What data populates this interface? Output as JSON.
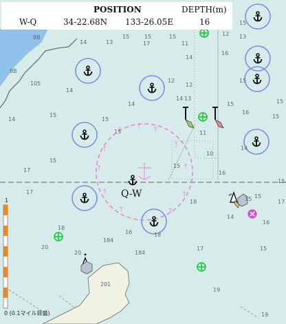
{
  "position_table": {
    "headers": {
      "position": "POSITION",
      "depth": "DEPTH(m)"
    },
    "row": {
      "name": "W-Q",
      "lat": "34-22.68N",
      "lon": "133-26.05E",
      "depth": "16"
    }
  },
  "map_labels": {
    "anchorage_name": "Q-W",
    "scale_bar_top": "1",
    "scale_bar_bottom": "0 (0.1マイル目盛)"
  },
  "soundings": [
    "8B",
    "8B",
    "105",
    "14",
    "13",
    "15",
    "15",
    "15",
    "17",
    "11",
    "14",
    "12",
    "16",
    "15",
    "13",
    "14",
    "12",
    "12",
    "14",
    "14",
    "13",
    "15",
    "14",
    "15",
    "15",
    "15",
    "15",
    "16",
    "15",
    "15",
    "11",
    "14",
    "10",
    "15",
    "15",
    "17",
    "16",
    "15",
    "17",
    "18",
    "18",
    "15",
    "15",
    "14",
    "16",
    "17",
    "184",
    "18",
    "16",
    "184",
    "17",
    "15",
    "20",
    "20",
    "201",
    "19",
    "19"
  ],
  "colors": {
    "sea": "#d6ebea",
    "land": "#f2f2e4",
    "shallow_water": "#8fc1ea",
    "anchorage_ring": "#7e8ce8",
    "anchor_symbol": "#111111",
    "circle_dashed": "#e08ad4",
    "green_buoy": "#22cc44",
    "magenta_mark": "#d54ad0"
  },
  "icons": [
    "anchor-icon",
    "green-cross-buoy-icon",
    "magenta-x-buoy-icon",
    "lighthouse-icon",
    "beacon-icon",
    "rock-icon",
    "wreck-cross-icon"
  ]
}
